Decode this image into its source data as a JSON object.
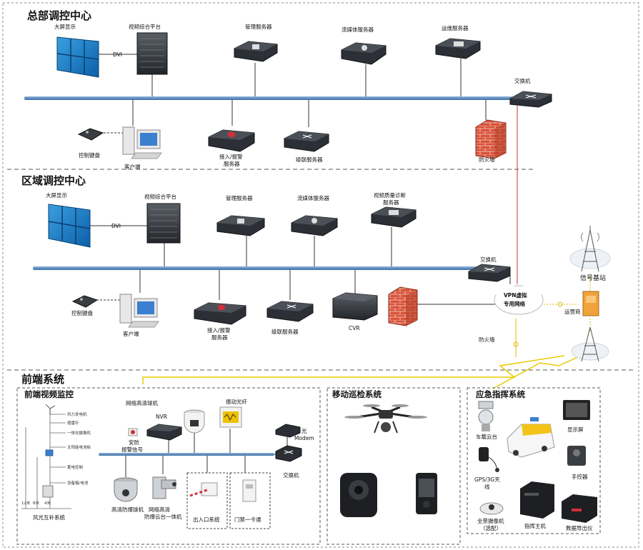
{
  "sections": {
    "hq": "总部调控中心",
    "regional": "区域调控中心",
    "frontend": "前端系统"
  },
  "subsections": {
    "video": "前端视频监控",
    "mobile": "移动巡检系统",
    "emergency": "应急指挥系统"
  },
  "hq": {
    "wall": "大屏显示",
    "dvi": "DVI",
    "platform": "视频综合平台",
    "mgmt": "管理服务器",
    "stream": "流媒体服务器",
    "ops": "运维服务器",
    "switch": "交换机",
    "keyboard": "控制键盘",
    "client": "客户端",
    "access_1": "接入/报警",
    "access_2": "服务器",
    "cascade": "级联服务器",
    "firewall": "防火墙"
  },
  "regional": {
    "wall": "大屏显示",
    "dvi": "DVI",
    "platform": "视频综合平台",
    "mgmt": "管理服务器",
    "stream": "流媒体服务器",
    "diag_1": "视频质量诊断",
    "diag_2": "服务器",
    "switch": "交换机",
    "keyboard": "控制键盘",
    "client": "客户端",
    "access_1": "接入/报警",
    "access_2": "服务器",
    "cascade": "级联服务器",
    "cvr": "CVR",
    "firewall": "防火墙"
  },
  "network": {
    "vpn_1": "VPN虚拟",
    "vpn_2": "专用网络",
    "base_station": "信号基站",
    "operator": "运营商"
  },
  "frontend": {
    "ptz_net": "网络高清球机",
    "nvr": "NVR",
    "fiber": "振动光纤",
    "alarm_1": "安防",
    "alarm_2": "报警信号",
    "modem_1": "光",
    "modem_2": "Modem",
    "switch": "交换机",
    "hd_ptz": "高清防爆球机",
    "integrated_1": "网络高清",
    "integrated_2": "防爆云台一体机",
    "gate": "出入口系统",
    "access_card": "门禁一卡通",
    "wind_solar": "风光互补系统",
    "pole_labels": [
      "风力发电机",
      "避雷针",
      "一体化摄像机",
      "太阳能电池板",
      "蓄电控制",
      "设备箱/电池"
    ],
    "pole_sizes": [
      "12米",
      "8米",
      "4米"
    ]
  },
  "emergency": {
    "vehicle_ptz": "车载云台",
    "display": "显示屏",
    "controller": "手控器",
    "gps_1": "GPS/3G天",
    "gps_2": "线",
    "panoramic_1": "全景摄像机",
    "panoramic_2": "（选配）",
    "host": "指挥主机",
    "exporter": "数据导出仪"
  }
}
